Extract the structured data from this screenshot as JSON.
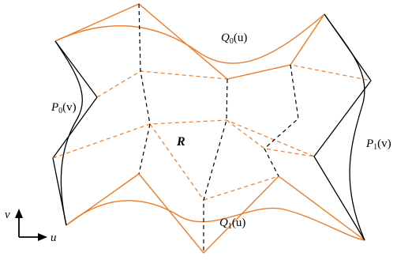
{
  "labels": {
    "q0": {
      "name": "Q",
      "sub": "0",
      "arg": "(u)"
    },
    "q1": {
      "name": "Q",
      "sub": "1",
      "arg": "(u)"
    },
    "p0": {
      "name": "P",
      "sub": "0",
      "arg": "(v)"
    },
    "p1": {
      "name": "P",
      "sub": "1",
      "arg": "(v)"
    },
    "region": "R",
    "axis_u": "u",
    "axis_v": "v"
  },
  "colors": {
    "boundary": "#ee7d2a",
    "control": "#000000"
  }
}
